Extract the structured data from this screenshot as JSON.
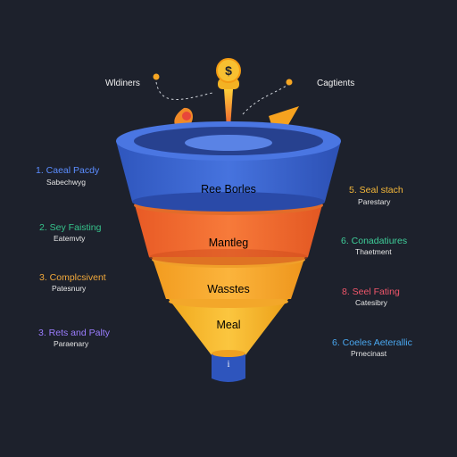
{
  "top_labels": {
    "left": "Wldiners",
    "right": "Cagtients"
  },
  "icons": {
    "coin": "dollar-coin-icon",
    "coin_symbol": "$",
    "spark_left": "flame-icon",
    "spark_right": "paper-plane-icon",
    "spout": "info-icon",
    "spout_symbol": "i"
  },
  "funnel_layers": [
    {
      "label": "Ree Borles",
      "color": "#3d63c9"
    },
    {
      "label": "Mantleg",
      "color": "#f26a2f"
    },
    {
      "label": "Wasstes",
      "color": "#f7a62a"
    },
    {
      "label": "Meal",
      "color": "#f7b526"
    }
  ],
  "left_steps": [
    {
      "title": "1. Caeal Pacdy",
      "sub": "Sabechwyg",
      "color": "#5b8dff"
    },
    {
      "title": "2. Sey Faisting",
      "sub": "Eatemvty",
      "color": "#36c48c"
    },
    {
      "title": "3. Complcsivent",
      "sub": "Patesnury",
      "color": "#f2a93b"
    },
    {
      "title": "3. Rets and Palty",
      "sub": "Paraenary",
      "color": "#9b7dff"
    }
  ],
  "right_steps": [
    {
      "title": "5. Seal stach",
      "sub": "Parestary",
      "color": "#f5b83a"
    },
    {
      "title": "6. Conadatiures",
      "sub": "Thaetment",
      "color": "#3fcf9a"
    },
    {
      "title": "8. Seel Fating",
      "sub": "Catesibry",
      "color": "#f0566a"
    },
    {
      "title": "6. Coeles Aeterallic",
      "sub": "Prnecinast",
      "color": "#4aa8f0"
    }
  ]
}
